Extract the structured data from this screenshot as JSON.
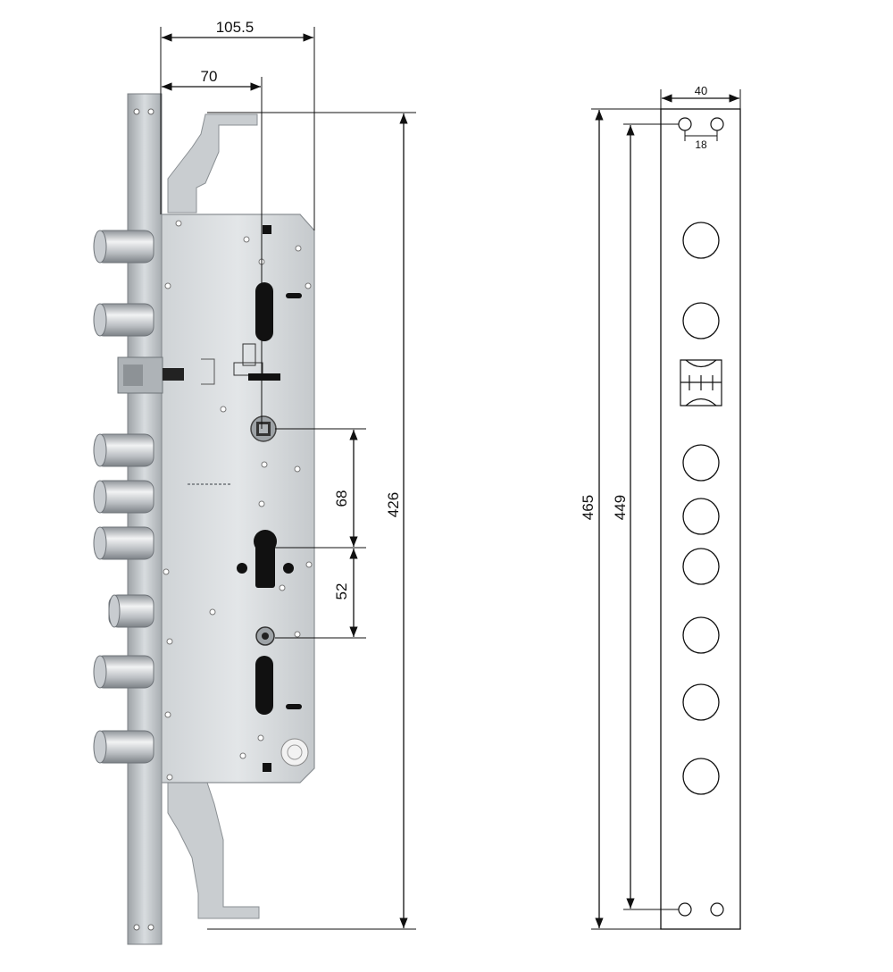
{
  "lock_drawing": {
    "dimensions": {
      "overall_width": "105.5",
      "backset": "70",
      "bolt_spacing": "426",
      "upper_spacing": "68",
      "lower_spacing": "52"
    }
  },
  "faceplate_drawing": {
    "dimensions": {
      "width": "40",
      "hole_spacing": "18",
      "total_length": "465",
      "hole_length": "449"
    }
  },
  "colors": {
    "line": "#111111",
    "steel_light": "#d9dde0",
    "steel_mid": "#b7bcc0",
    "steel_dark": "#8e9398",
    "slot": "#111111"
  }
}
